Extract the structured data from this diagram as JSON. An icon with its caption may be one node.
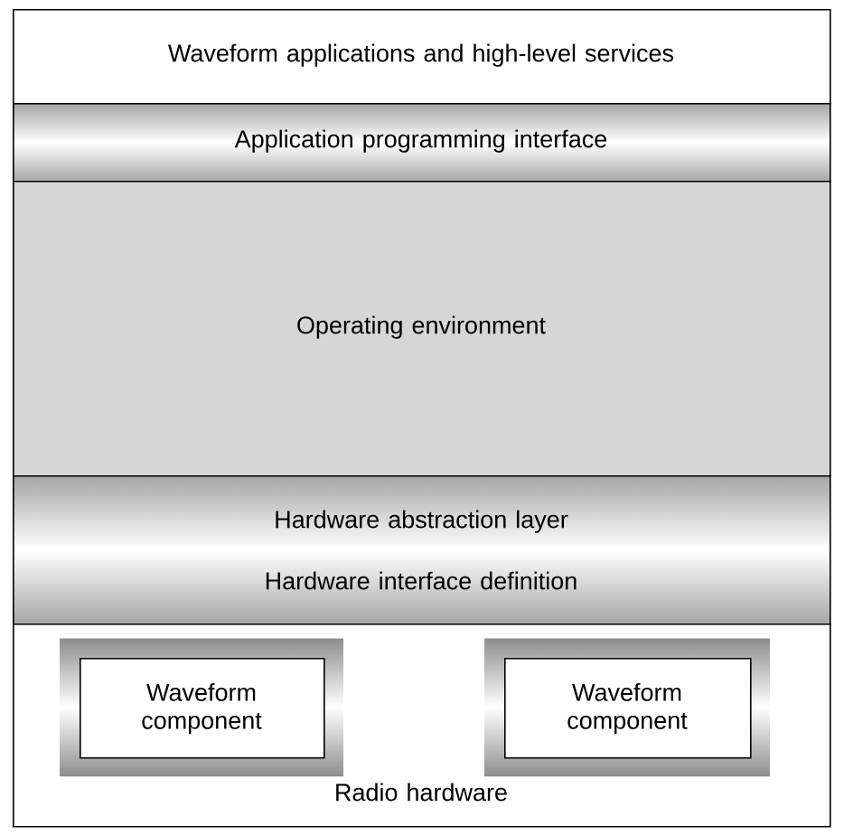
{
  "diagram": {
    "nodes": [
      {
        "text": [
          "Waveform applications and high-level services"
        ]
      },
      {
        "text": [
          "Application programming interface"
        ]
      },
      {
        "text": [
          "Operating environment"
        ]
      },
      {
        "text": [
          "Hardware abstraction layer",
          "Hardware interface definition"
        ]
      },
      {
        "text": [
          "Radio hardware"
        ]
      },
      {
        "text": [
          "Waveform component"
        ],
        "in": 4
      },
      {
        "text": [
          "Waveform component"
        ],
        "in": 4
      }
    ]
  }
}
